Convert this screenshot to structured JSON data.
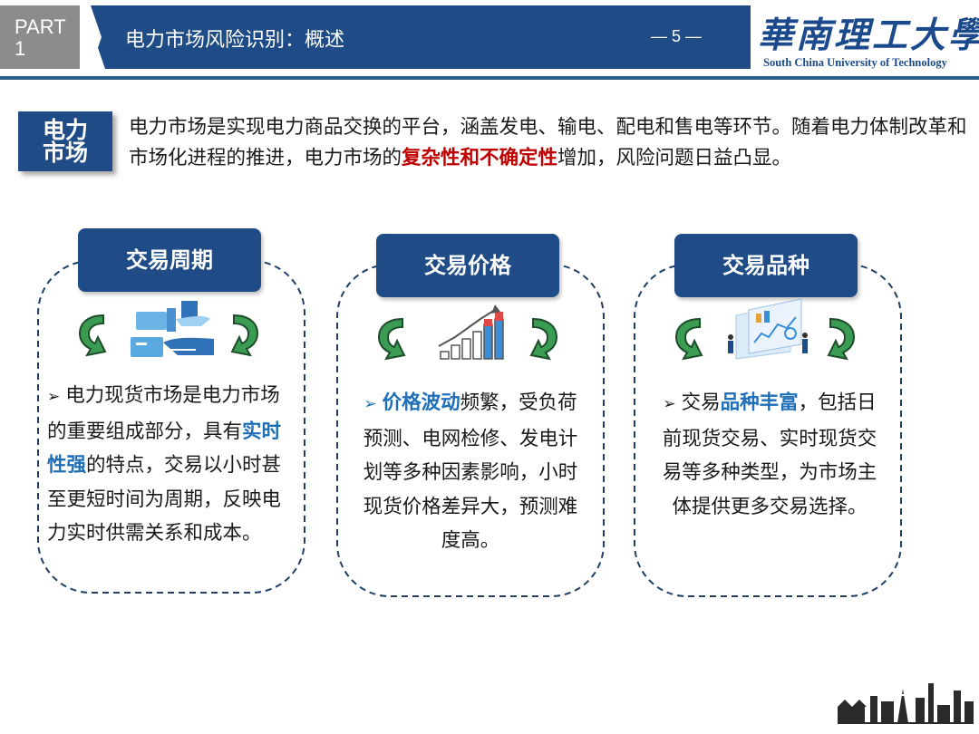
{
  "header": {
    "part_label": "PART",
    "part_number": "1",
    "title": "电力市场风险识别：概述",
    "page_number": "— 5 —",
    "logo_chinese": "華南理工大學",
    "logo_english": "South China University of Technology"
  },
  "intro": {
    "badge_line1": "电力",
    "badge_line2": "市场",
    "text_before": "电力市场是实现电力商品交换的平台，涵盖发电、输电、配电和售电等环节。随着电力体制改革和市场化进程的推进，电力市场的",
    "highlight": "复杂性和不确定性",
    "text_after": "增加，风险问题日益凸显。"
  },
  "cards": [
    {
      "title": "交易周期",
      "icon": "handshake-money-icon",
      "text_before": "电力现货市场是电力市场的重要组成部分，具有",
      "highlight": "实时性强",
      "text_after": "的特点，交易以小时甚至更短时间为周期，反映电力实时供需关系和成本。"
    },
    {
      "title": "交易价格",
      "icon": "rising-bar-chart-icon",
      "text_before": "",
      "highlight": "价格波动",
      "text_after": "频繁，受负荷预测、电网检修、发电计划等多种因素影响，小时现货价格差异大，预测难度高。"
    },
    {
      "title": "交易品种",
      "icon": "data-dashboard-icon",
      "text_before": "交易",
      "highlight": "品种丰富",
      "text_after": "，包括日前现货交易、实时现货交易等多种类型，为市场主体提供更多交易选择。"
    }
  ],
  "colors": {
    "navy": "#1f4c86",
    "highlight_red": "#c00000",
    "highlight_blue": "#1f6fb8",
    "cycle_arrow_green": "#2e8b45"
  }
}
